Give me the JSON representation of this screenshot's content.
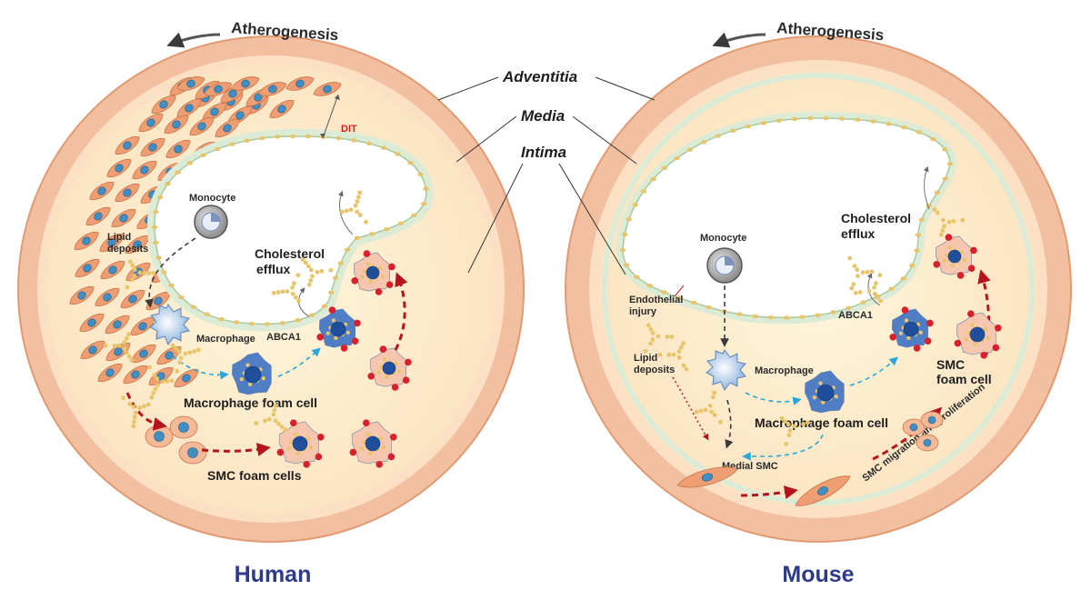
{
  "colors": {
    "adventitia": "#f2c0a0",
    "adventitia_edge": "#e19a72",
    "media": "#fbe3c9",
    "intima": "#fdf0cf",
    "lumen": "#ffffff",
    "endothelium": "#dcebd6",
    "smc_cell": "#ee9e72",
    "nucleus": "#3f8fc4",
    "foam_cell": "#4f7ec4",
    "lipid": "#e8c46a",
    "red_lipid": "#d8212a",
    "dashed_red": "#b5141c",
    "dashed_blue": "#2aa6da",
    "species_label": "#2e3a8c"
  },
  "layers": {
    "adventitia": "Adventitia",
    "media": "Media",
    "intima": "Intima"
  },
  "human": {
    "title": "Human",
    "atherogenesis": "Atherogenesis",
    "dit": "DIT",
    "monocyte": "Monocyte",
    "lipid_deposits_1": "Lipid",
    "lipid_deposits_2": "deposits",
    "cholesterol_1": "Cholesterol",
    "cholesterol_2": "efflux",
    "macrophage": "Macrophage",
    "abca1": "ABCA1",
    "macrophage_foam": "Macrophage foam cell",
    "smc_foam": "SMC foam cells"
  },
  "mouse": {
    "title": "Mouse",
    "atherogenesis": "Atherogenesis",
    "monocyte": "Monocyte",
    "cholesterol_1": "Cholesterol",
    "cholesterol_2": "efflux",
    "endothelial_1": "Endothelial",
    "endothelial_2": "injury",
    "abca1": "ABCA1",
    "lipid_deposits_1": "Lipid",
    "lipid_deposits_2": "deposits",
    "macrophage": "Macrophage",
    "smc_foam_1": "SMC",
    "smc_foam_2": "foam cell",
    "macrophage_foam": "Macrophage foam cell",
    "medial_smc": "Medial SMC",
    "smc_migration": "SMC migration and proliferation"
  }
}
